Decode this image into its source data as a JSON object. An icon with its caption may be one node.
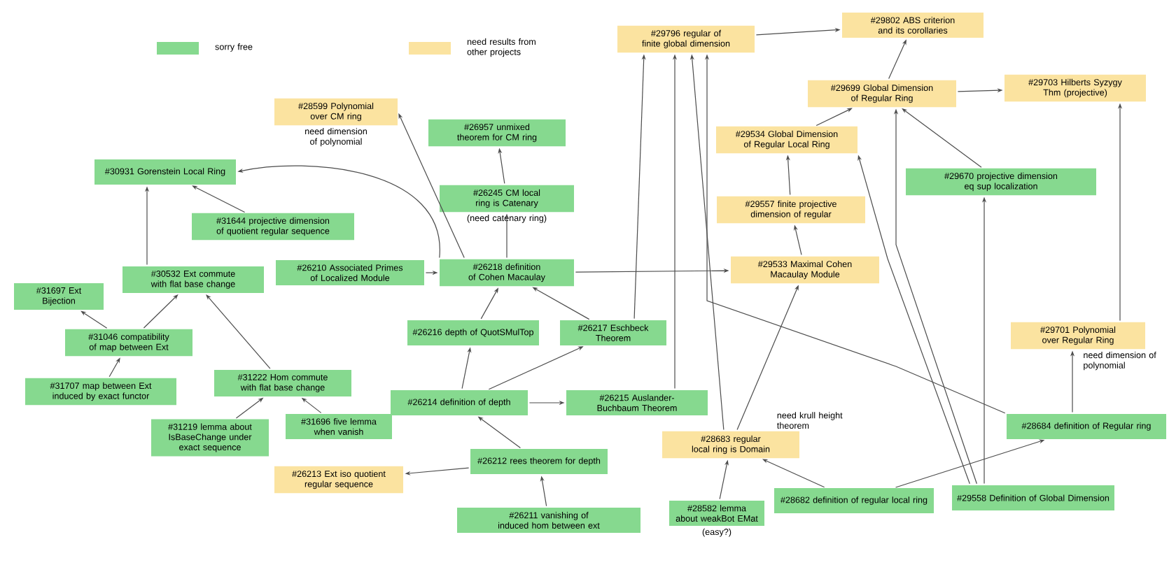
{
  "diagram": {
    "nodes": [
      {
        "text": [
          "#28599 Polynomial over CM ring"
        ],
        "beside": [
          "need dimension of polynomial"
        ]
      },
      {
        "text": [
          "#30931 Gorenstein Local Ring"
        ]
      },
      {
        "text": [
          "#26957 unmixed theorem for CM ring"
        ]
      },
      {
        "text": [
          "#26245 CM local ring is Catenary"
        ],
        "beside": [
          "(need catenary ring)"
        ]
      },
      {
        "text": [
          "#31644 projective dimension of quotient regular sequence"
        ]
      },
      {
        "text": [
          "#29796 regular of finite global dimension"
        ]
      },
      {
        "text": [
          "#29802 ABS criterion and its corollaries"
        ]
      },
      {
        "text": [
          "#29699 Global Dimension of Regular Ring"
        ]
      },
      {
        "text": [
          "#29703 Hilberts Syzygy Thm (projective)"
        ]
      },
      {
        "text": [
          "#29534 Global Dimension of Regular Local Ring"
        ]
      },
      {
        "text": [
          "#29670 projective dimension eq sup localization"
        ]
      },
      {
        "text": [
          "#29557 finite projective dimension of regular"
        ]
      },
      {
        "text": [
          "#26210 Associated Primes of Localized Module"
        ]
      },
      {
        "text": [
          "#26218 definition of Cohen Macaulay"
        ]
      },
      {
        "text": [
          "#29533 Maximal Cohen Macaulay Module"
        ]
      },
      {
        "text": [
          "#31697 Ext Bijection"
        ]
      },
      {
        "text": [
          "#30532 Ext commute with flat base change"
        ]
      },
      {
        "text": [
          "#31046 compatibility of map between Ext"
        ]
      },
      {
        "text": [
          "#26216 depth of QuotSMulTop"
        ]
      },
      {
        "text": [
          "#26217 Eschbeck Theorem"
        ]
      },
      {
        "text": [
          "#31707 map between Ext induced by exact functor"
        ]
      },
      {
        "text": [
          "#31222 Hom commute with flat base change"
        ]
      },
      {
        "text": [
          "#26214 definition of depth"
        ]
      },
      {
        "text": [
          "#26215 Auslander-Buchbaum Theorem"
        ]
      },
      {
        "text": [
          "#29701 Polynomial over Regular Ring"
        ],
        "beside": [
          "need dimension of polynomial"
        ]
      },
      {
        "text": [
          "#31219 lemma about IsBaseChange under exact sequence"
        ]
      },
      {
        "text": [
          "#31696 five lemma when vanish"
        ]
      },
      {
        "text": [
          "#28683 regular local ring is Domain"
        ],
        "beside": [
          "need krull height theorem"
        ]
      },
      {
        "text": [
          "#28684 definition of Regular ring"
        ]
      },
      {
        "text": [
          "#26213 Ext iso quotient regular sequence"
        ]
      },
      {
        "text": [
          "#26212 rees theorem for depth"
        ]
      },
      {
        "text": [
          "#26211 vanishing of induced hom between ext"
        ]
      },
      {
        "text": [
          "#28582 lemma about weakBot EMat"
        ],
        "beside": [
          "(easy?)"
        ]
      },
      {
        "text": [
          "#28682 definition of regular local ring"
        ]
      },
      {
        "text": [
          "#29558 Definition of Global Dimension"
        ]
      }
    ],
    "edges": [
      {
        "from": 16,
        "to": 1,
        "arrow": "to"
      },
      {
        "from": 4,
        "to": 1,
        "arrow": "to"
      },
      {
        "from": 13,
        "to": 1,
        "arrow": "to"
      },
      {
        "from": 13,
        "to": 0,
        "arrow": "to"
      },
      {
        "from": 3,
        "to": 2,
        "arrow": "to"
      },
      {
        "from": 13,
        "to": 3,
        "arrow": "to"
      },
      {
        "from": 12,
        "to": 13,
        "arrow": "to"
      },
      {
        "from": 13,
        "to": 14,
        "arrow": "to"
      },
      {
        "from": 18,
        "to": 13,
        "arrow": "to"
      },
      {
        "from": 19,
        "to": 13,
        "arrow": "to"
      },
      {
        "from": 22,
        "to": 18,
        "arrow": "to"
      },
      {
        "from": 22,
        "to": 19,
        "arrow": "to"
      },
      {
        "from": 22,
        "to": 23,
        "arrow": "to"
      },
      {
        "from": 30,
        "to": 22,
        "arrow": "to"
      },
      {
        "from": 30,
        "to": 29,
        "arrow": "to"
      },
      {
        "from": 31,
        "to": 30,
        "arrow": "to"
      },
      {
        "from": 17,
        "to": 16,
        "arrow": "to"
      },
      {
        "from": 17,
        "to": 15,
        "arrow": "to"
      },
      {
        "from": 20,
        "to": 17,
        "arrow": "to"
      },
      {
        "from": 21,
        "to": 16,
        "arrow": "to"
      },
      {
        "from": 25,
        "to": 21,
        "arrow": "to"
      },
      {
        "from": 26,
        "to": 21,
        "arrow": "to"
      },
      {
        "from": 19,
        "to": 5,
        "arrow": "to"
      },
      {
        "from": 23,
        "to": 5,
        "arrow": "to"
      },
      {
        "from": 27,
        "to": 5,
        "arrow": "to"
      },
      {
        "from": 28,
        "to": 5,
        "arrow": "to"
      },
      {
        "from": 5,
        "to": 6,
        "arrow": "to"
      },
      {
        "from": 7,
        "to": 6,
        "arrow": "to"
      },
      {
        "from": 7,
        "to": 8,
        "arrow": "to"
      },
      {
        "from": 9,
        "to": 7,
        "arrow": "to"
      },
      {
        "from": 10,
        "to": 7,
        "arrow": "to"
      },
      {
        "from": 34,
        "to": 7,
        "arrow": "to"
      },
      {
        "from": 34,
        "to": 9,
        "arrow": "to"
      },
      {
        "from": 34,
        "to": 10,
        "arrow": "to"
      },
      {
        "from": 24,
        "to": 8,
        "arrow": "to"
      },
      {
        "from": 28,
        "to": 24,
        "arrow": "to"
      },
      {
        "from": 11,
        "to": 9,
        "arrow": "to"
      },
      {
        "from": 14,
        "to": 11,
        "arrow": "to"
      },
      {
        "from": 27,
        "to": 14,
        "arrow": "to"
      },
      {
        "from": 33,
        "to": 27,
        "arrow": "to"
      },
      {
        "from": 32,
        "to": 27,
        "arrow": "to"
      },
      {
        "from": 33,
        "to": 28,
        "arrow": "to"
      }
    ],
    "legend": [
      {
        "text": "sorry free",
        "color": "#86d98f"
      },
      {
        "text": "need results from other projects",
        "color": "#fbe3a0"
      }
    ]
  }
}
